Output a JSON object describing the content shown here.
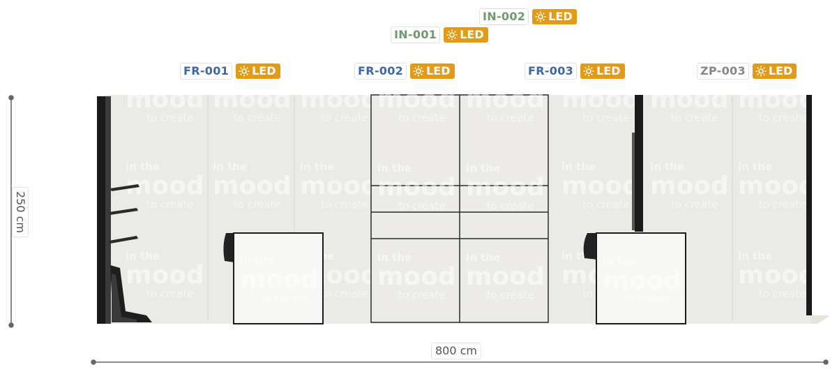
{
  "fixtures": [
    {
      "code": "IN-002",
      "badge": "LED",
      "code_color": "#6f9a6f"
    },
    {
      "code": "IN-001",
      "badge": "LED",
      "code_color": "#6f9a6f"
    },
    {
      "code": "FR-001",
      "badge": "LED",
      "code_color": "#3d68a8"
    },
    {
      "code": "FR-002",
      "badge": "LED",
      "code_color": "#3d68a8"
    },
    {
      "code": "FR-003",
      "badge": "LED",
      "code_color": "#3d68a8"
    },
    {
      "code": "ZP-003",
      "badge": "LED",
      "code_color": "#888888"
    }
  ],
  "dimensions": {
    "height": "250 cm",
    "width": "800 cm"
  },
  "watermark": {
    "line1": "in the",
    "line2": "mood",
    "line3": "to create"
  },
  "colors": {
    "led_badge": "#e29a17",
    "wall": "#eaeae6",
    "frame": "#1a1a1a",
    "dimension_line": "#666666"
  },
  "icons": {
    "led": "sun-icon"
  }
}
